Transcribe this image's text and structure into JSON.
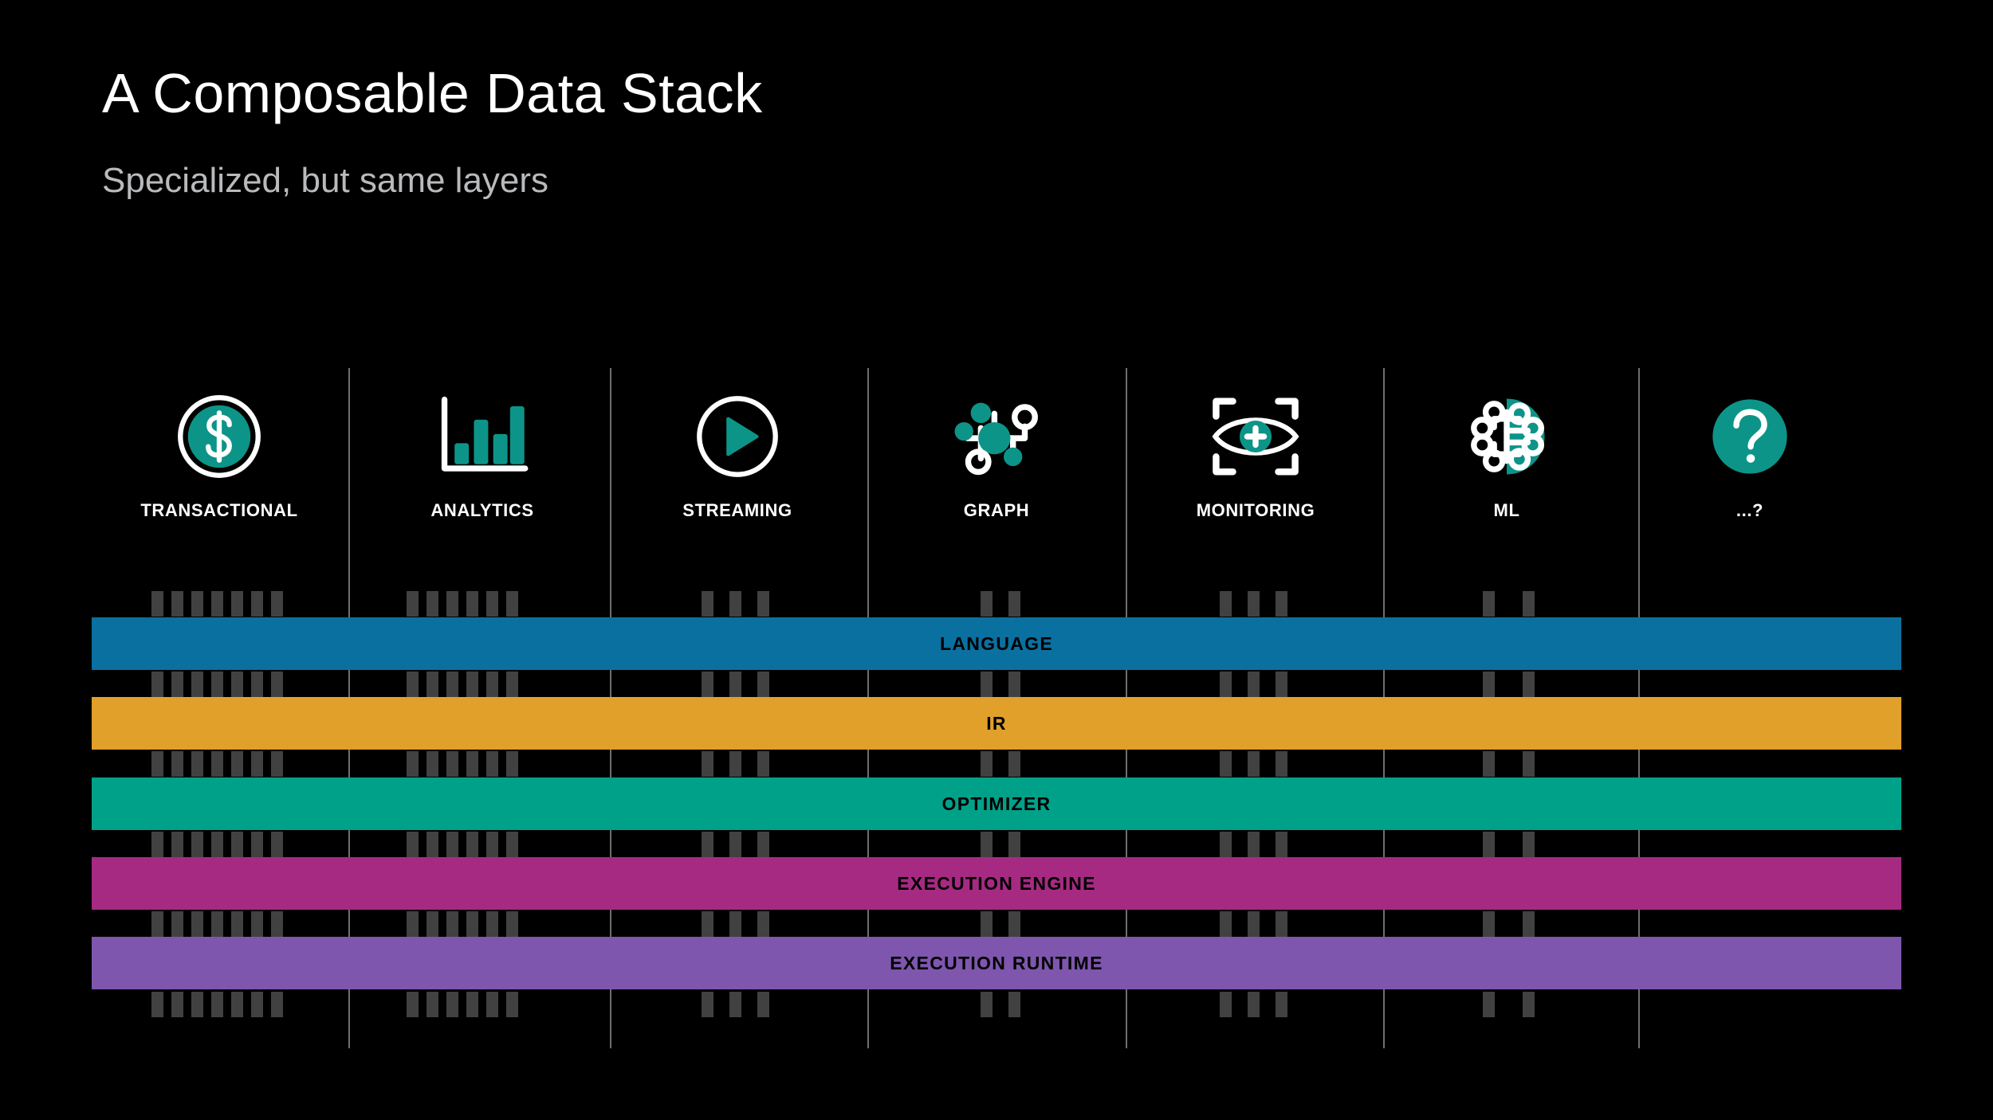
{
  "slide": {
    "background_color": "#000000",
    "title": "A Composable Data Stack",
    "subtitle": "Specialized, but same layers"
  },
  "theme": {
    "teal": "#0d9488",
    "accent_teal": "#079b84",
    "white": "#ffffff",
    "subtitle_gray": "#b9babc",
    "separator_gray": "#6e6e6e",
    "tick_gray": "#414141"
  },
  "columns": [
    {
      "label": "TRANSACTIONAL",
      "icon": "dollar-coin-icon",
      "ticks": 7
    },
    {
      "label": "ANALYTICS",
      "icon": "bar-chart-icon",
      "ticks": 6
    },
    {
      "label": "STREAMING",
      "icon": "play-circle-icon",
      "ticks": 3
    },
    {
      "label": "GRAPH",
      "icon": "node-graph-icon",
      "ticks": 2
    },
    {
      "label": "MONITORING",
      "icon": "eye-scan-icon",
      "ticks": 3
    },
    {
      "label": "ML",
      "icon": "neural-brain-icon",
      "ticks": 2
    },
    {
      "label": "...?",
      "icon": "question-circle-icon",
      "ticks": 0
    }
  ],
  "layers": [
    {
      "label": "LANGUAGE",
      "color": "#0a70a0"
    },
    {
      "label": "IR",
      "color": "#e0a02a"
    },
    {
      "label": "OPTIMIZER",
      "color": "#00a189"
    },
    {
      "label": "EXECUTION ENGINE",
      "color": "#a62a82"
    },
    {
      "label": "EXECUTION RUNTIME",
      "color": "#7e56ad"
    }
  ],
  "chart_data": {
    "type": "diagram",
    "title": "A Composable Data Stack",
    "subtitle": "Specialized, but same layers",
    "description": "Seven specialized data workload domains sharing five common stack layers",
    "domains": [
      "TRANSACTIONAL",
      "ANALYTICS",
      "STREAMING",
      "GRAPH",
      "MONITORING",
      "ML",
      "...?"
    ],
    "layers": [
      "LANGUAGE",
      "IR",
      "OPTIMIZER",
      "EXECUTION ENGINE",
      "EXECUTION RUNTIME"
    ],
    "layer_colors": [
      "#0a70a0",
      "#e0a02a",
      "#00a189",
      "#a62a82",
      "#7e56ad"
    ],
    "connector_counts_per_domain": [
      7,
      6,
      3,
      2,
      3,
      2,
      0
    ]
  }
}
